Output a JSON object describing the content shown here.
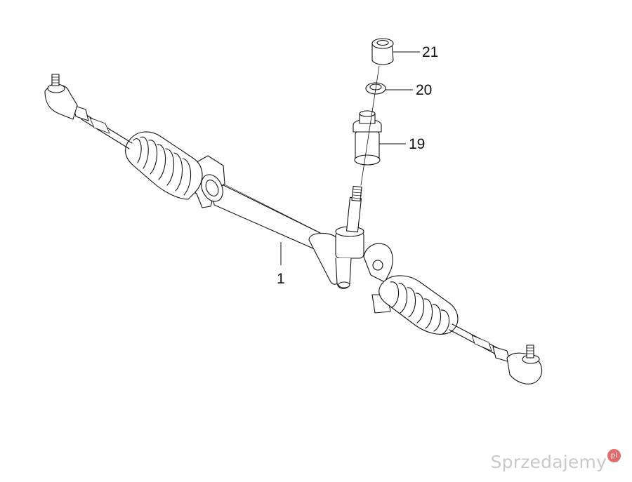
{
  "part_labels": {
    "rack_housing": "1",
    "pinion_seal": "19",
    "washer": "20",
    "dust_cap": "21"
  },
  "watermark": {
    "text": "Sprzedajemy",
    "badge": "pl"
  },
  "colors": {
    "line": "#111111",
    "watermark": "#c9c9c9",
    "watermark_badge": "#e26c6c"
  }
}
